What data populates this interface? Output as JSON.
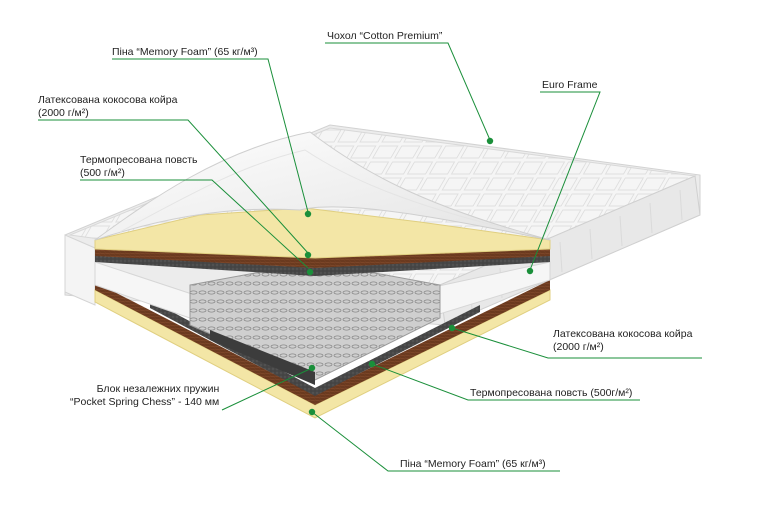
{
  "callouts": {
    "top_foam": "Піна “Memory Foam” (65 кг/м³)",
    "cover": "Чохол “Cotton Premium”",
    "coir_top_line1": "Латексована кокосова койра",
    "coir_top_line2": "(2000 г/м²)",
    "euro_frame": "Euro Frame",
    "felt_top_line1": "Термопресована повсть",
    "felt_top_line2": "(500 г/м²)",
    "coir_bottom_line1": "Латексована кокосова койра",
    "coir_bottom_line2": "(2000 г/м²)",
    "springs_line1": "Блок незалежних пружин",
    "springs_line2": "“Pocket Spring Chess” - 140 мм",
    "felt_bottom": "Термопресована повсть (500г/м²)",
    "bottom_foam": "Піна “Memory Foam” (65 кг/м³)"
  },
  "colors": {
    "callout_line": "#1a8f3a",
    "dot": "#1a8f3a",
    "foam": "#f3e6a6",
    "coir": "#6b3a1f",
    "felt": "#4a4a4a",
    "cover": "#f2f2f2"
  }
}
